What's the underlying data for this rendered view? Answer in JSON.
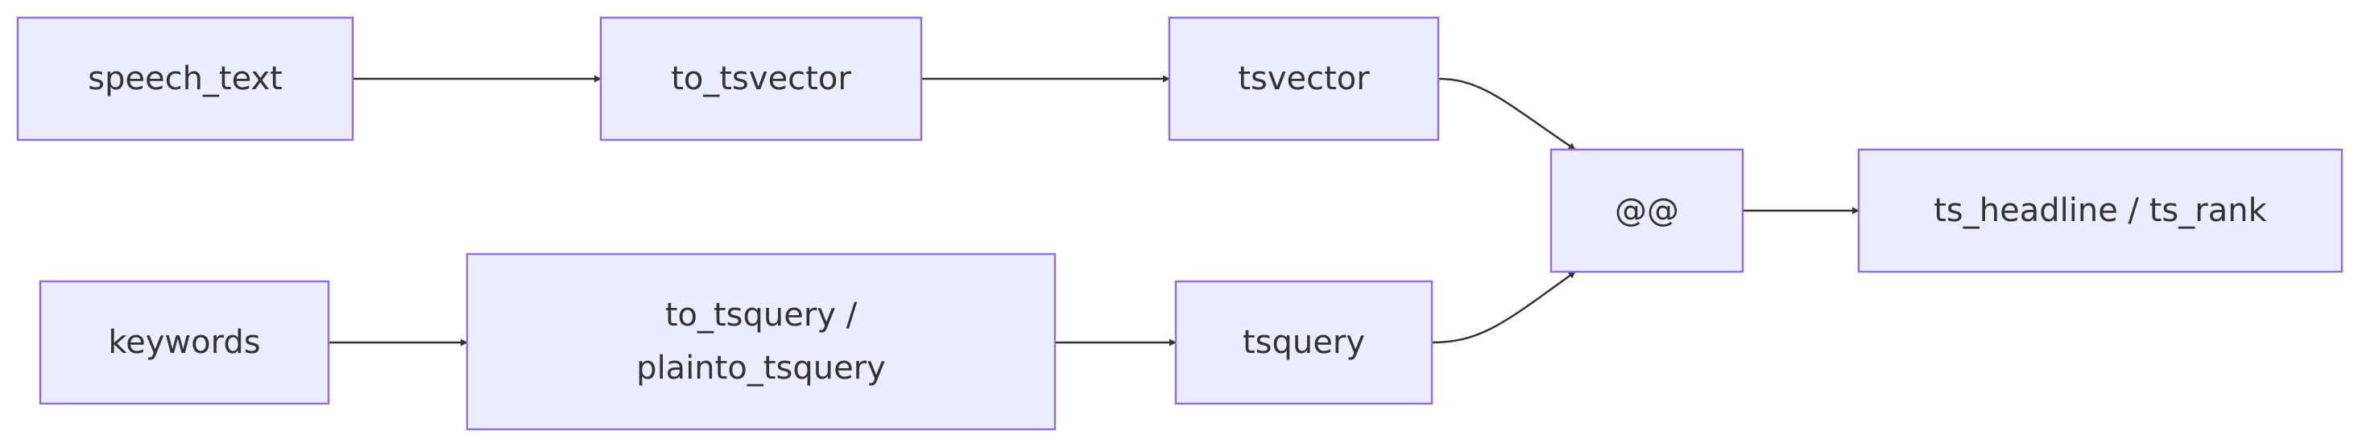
{
  "diagram": {
    "type": "flowchart",
    "direction": "left-to-right",
    "colors": {
      "node_fill": "#ECECFF",
      "node_stroke": "#9370DB",
      "edge": "#333333",
      "text": "#333333"
    },
    "nodes": {
      "speech_text": {
        "lines": [
          "speech_text"
        ]
      },
      "to_tsvector": {
        "lines": [
          "to_tsvector"
        ]
      },
      "tsvector": {
        "lines": [
          "tsvector"
        ]
      },
      "keywords": {
        "lines": [
          "keywords"
        ]
      },
      "to_tsquery": {
        "lines": [
          "to_tsquery /",
          "plainto_tsquery"
        ]
      },
      "tsquery": {
        "lines": [
          "tsquery"
        ]
      },
      "match": {
        "lines": [
          "@@"
        ]
      },
      "ts_headline": {
        "lines": [
          "ts_headline / ts_rank"
        ]
      }
    },
    "edges": [
      {
        "from": "speech_text",
        "to": "to_tsvector"
      },
      {
        "from": "to_tsvector",
        "to": "tsvector"
      },
      {
        "from": "tsvector",
        "to": "match"
      },
      {
        "from": "keywords",
        "to": "to_tsquery"
      },
      {
        "from": "to_tsquery",
        "to": "tsquery"
      },
      {
        "from": "tsquery",
        "to": "match"
      },
      {
        "from": "match",
        "to": "ts_headline"
      }
    ]
  }
}
